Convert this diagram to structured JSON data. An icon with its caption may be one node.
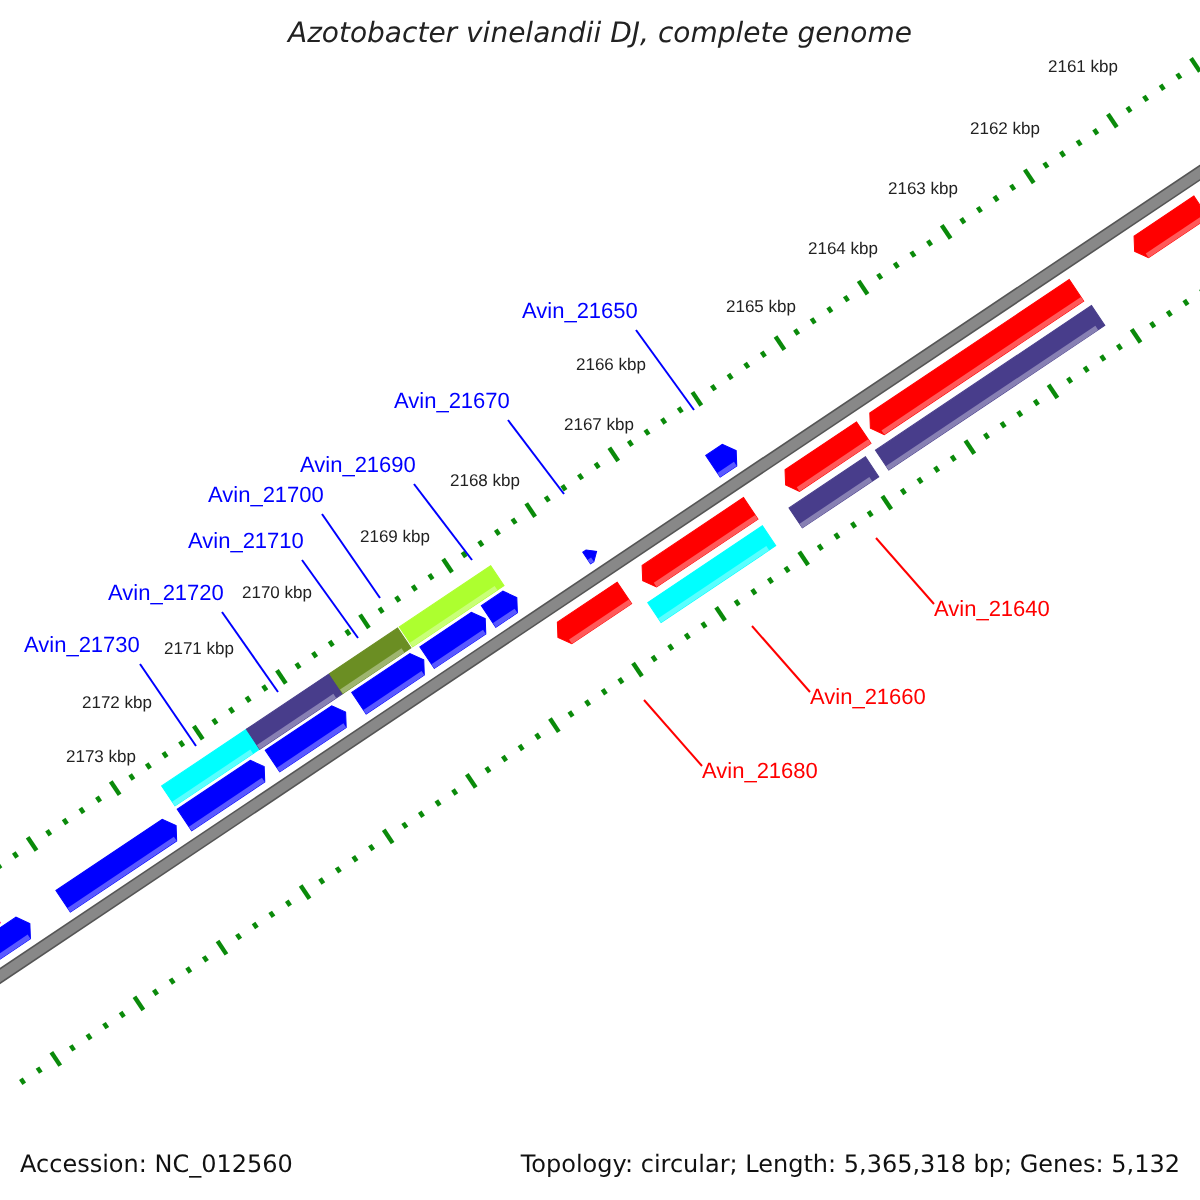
{
  "diagram": {
    "title": "Azotobacter vinelandii DJ, complete genome",
    "nodes": [
      {
        "text": [
          "Avin_21650"
        ]
      },
      {
        "text": [
          "Avin_21670"
        ]
      },
      {
        "text": [
          "Avin_21690"
        ]
      },
      {
        "text": [
          "Avin_21700"
        ]
      },
      {
        "text": [
          "Avin_21710"
        ]
      },
      {
        "text": [
          "Avin_21720"
        ]
      },
      {
        "text": [
          "Avin_21640"
        ]
      },
      {
        "text": [
          "Avin_21730"
        ]
      },
      {
        "text": [
          "Avin_21660"
        ]
      },
      {
        "text": [
          "Avin_21680"
        ]
      }
    ],
    "edges": [
      {
        "from": 0,
        "to": null,
        "arrow": "none"
      },
      {
        "from": 1,
        "to": null,
        "arrow": "none"
      },
      {
        "from": 2,
        "to": null,
        "arrow": "none"
      },
      {
        "from": 3,
        "to": null,
        "arrow": "none"
      },
      {
        "from": 4,
        "to": null,
        "arrow": "none"
      },
      {
        "from": 5,
        "to": null,
        "arrow": "none"
      },
      {
        "from": 6,
        "to": null,
        "arrow": "none",
        "color": "#ff0000"
      },
      {
        "from": 7,
        "to": null,
        "arrow": "none"
      },
      {
        "from": 8,
        "to": null,
        "arrow": "none",
        "color": "#ff0000"
      },
      {
        "from": 9,
        "to": null,
        "arrow": "none",
        "color": "#ff0000"
      }
    ],
    "labels": [
      "2161 kbp",
      "2162 kbp",
      "2163 kbp",
      "2164 kbp",
      "2165 kbp",
      "2166 kbp",
      "2167 kbp",
      "2168 kbp",
      "2169 kbp",
      "2170 kbp",
      "2171 kbp",
      "2172 kbp",
      "2173 kbp",
      "Accession: NC_012560",
      "Topology: circular; Length: 5,365,318 bp; Genes: 5,132"
    ]
  }
}
